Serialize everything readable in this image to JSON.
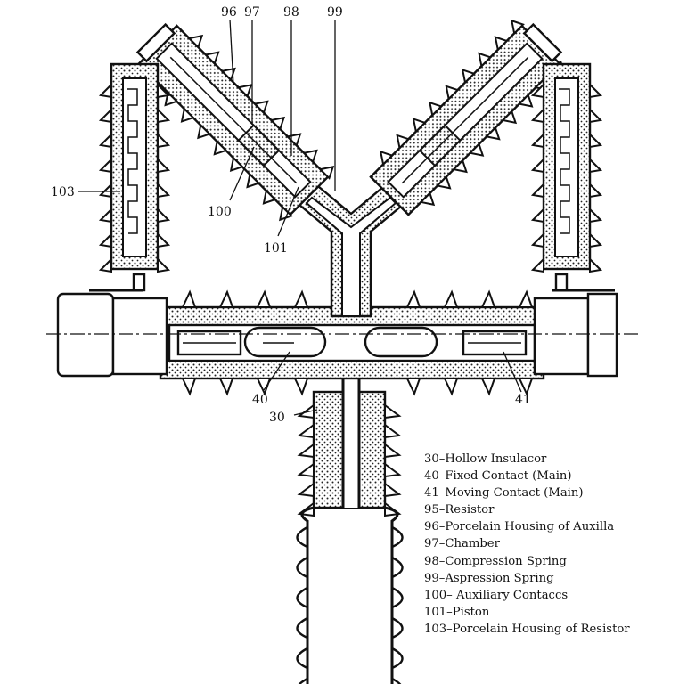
{
  "callouts": {
    "c96": "96",
    "c97": "97",
    "c98": "98",
    "c99": "99",
    "c100": "100",
    "c101": "101",
    "c103": "103",
    "c40": "40",
    "c41": "41",
    "c30": "30"
  },
  "legend": [
    "30–Hollow Insulacor",
    "40–Fixed Contact (Main)",
    "41–Moving Contact (Main)",
    "95–Resistor",
    "96–Porcelain Housing of Auxilla",
    "97–Chamber",
    "98–Compression Spring",
    "99–Aspression Spring",
    "100– Auxiliary Contaccs",
    "101–Piston",
    "103–Porcelain Housing of Resistor"
  ]
}
